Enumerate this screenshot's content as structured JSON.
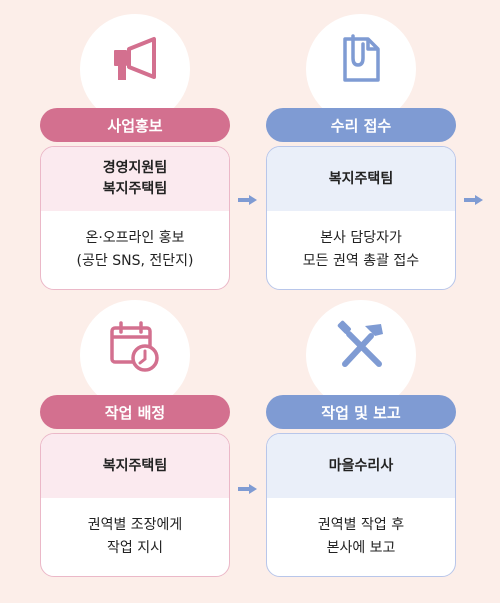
{
  "steps": [
    {
      "title": "사업홍보",
      "team": "경영지원팀\n복지주택팀",
      "desc": "온·오프라인 홍보\n(공단 SNS, 전단지)",
      "icon": "megaphone-icon"
    },
    {
      "title": "수리 접수",
      "team": "복지주택팀",
      "desc": "본사 담당자가\n모든 권역 총괄 접수",
      "icon": "document-clip-icon"
    },
    {
      "title": "작업 배정",
      "team": "복지주택팀",
      "desc": "권역별 조장에게\n작업 지시",
      "icon": "calendar-clock-icon"
    },
    {
      "title": "작업 및 보고",
      "team": "마을수리사",
      "desc": "권역별 작업 후\n본사에 보고",
      "icon": "tools-icon"
    }
  ],
  "colors": {
    "pink": "#d3708f",
    "blue": "#7f9bd3",
    "background": "#fceee9"
  }
}
